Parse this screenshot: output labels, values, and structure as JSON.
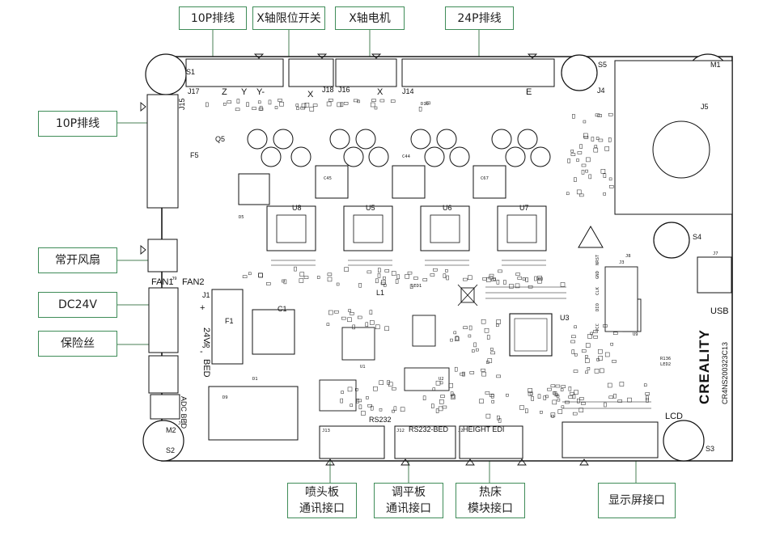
{
  "callouts": {
    "top_10p": "10P排线",
    "top_x_limit": "X轴限位开关",
    "top_x_motor": "X轴电机",
    "top_24p": "24P排线",
    "left_10p": "10P排线",
    "left_fan": "常开风扇",
    "left_dc24v": "DC24V",
    "left_fuse": "保险丝",
    "bottom_nozzle_line1": "喷头板",
    "bottom_nozzle_line2": "通讯接口",
    "bottom_leveling_line1": "调平板",
    "bottom_leveling_line2": "通讯接口",
    "bottom_bed_line1": "热床",
    "bottom_bed_line2": "模块接口",
    "bottom_display": "显示屏接口"
  },
  "board": {
    "j17": "J17",
    "z": "Z",
    "y": "Y",
    "y_minus": "Y-",
    "x_minus": "X",
    "x": "X",
    "j18": "J18",
    "j16": "J16",
    "j14": "J14",
    "e": "E",
    "j15": "J15",
    "j4": "J4",
    "j5": "J5",
    "s1": "S1",
    "s2": "S2",
    "s3": "S3",
    "s4": "S4",
    "s5": "S5",
    "m1": "M1",
    "m2": "M2",
    "fan1": "FAN1",
    "fan2": "FAN2",
    "j9": "J9",
    "j1": "J1",
    "j6": "J6",
    "j7": "J7",
    "j8": "J8",
    "j10": "J10",
    "j12": "J12",
    "j13": "J13",
    "j2": "J2",
    "v24": "24V",
    "bed": "BED",
    "plus": "+",
    "minus": "-",
    "usb": "USB",
    "lcd": "LCD",
    "rs232": "RS232",
    "rs232_bed": "RS232-BED",
    "height_edi": "HEIGHT EDI",
    "adc_bed": "ADC BED",
    "logo": "CREALITY",
    "board_id": "CR4NS200323C13",
    "u1": "U1",
    "u2": "U2",
    "u3": "U3",
    "u5": "U5",
    "u6": "U6",
    "u7": "U7",
    "u8": "U8",
    "u9": "U9",
    "c1": "C1",
    "f1": "F1",
    "f5": "F5",
    "q5": "Q5",
    "l1": "L1",
    "c44": "C44",
    "c45": "C45",
    "c67": "C67",
    "vcc": "VCC",
    "dio": "DIO",
    "clk": "CLK",
    "gnd": "GND",
    "nrst": "NRST",
    "j3": "J3",
    "d1": "D1",
    "d9": "D9",
    "d5": "D5",
    "d10": "D10",
    "led1": "LED1",
    "led2": "LED2",
    "r136": "R136"
  }
}
